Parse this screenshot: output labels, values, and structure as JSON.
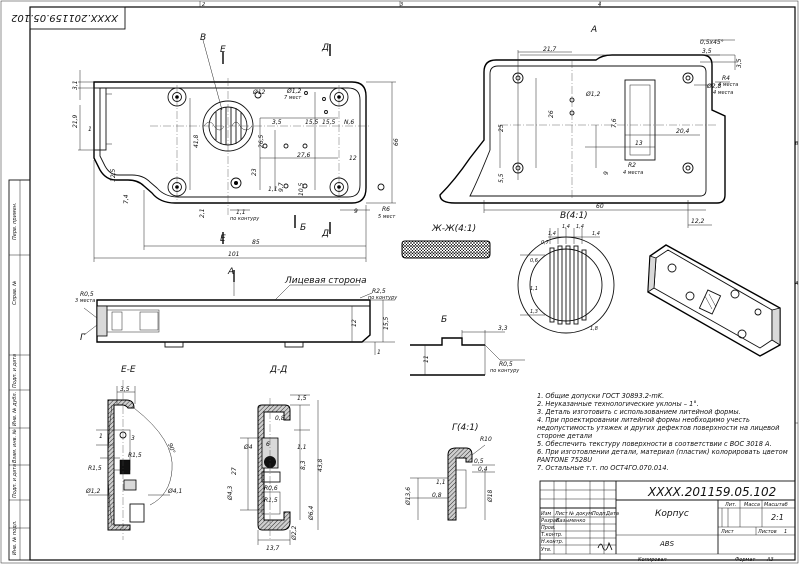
{
  "sheet": {
    "doc_number_top": "XXXX.201159.05.102",
    "grid_numbers": [
      "2",
      "3",
      "4"
    ],
    "grid_letters": [
      "B",
      "A"
    ],
    "left_strip": [
      "Перв. примен.",
      "Справ. №",
      "Подп. и дата",
      "Инв. № дубл.",
      "Взам. инв. №",
      "Подп. и дата",
      "Инв. № подл."
    ]
  },
  "views": {
    "main": {
      "dims": [
        "3,1",
        "21,9",
        "1",
        "41,8",
        "Ø12",
        "Ø1,2",
        "7 мест",
        "3,5",
        "15,5",
        "15,5",
        "N,6",
        "26,5",
        "27,6",
        "12",
        "23",
        "9,7",
        "10,5",
        "12,5",
        "7,4",
        "9",
        "R6",
        "5 мест",
        "1,1",
        "по контуру",
        "2,1",
        "1,1",
        "85",
        "101",
        "66"
      ],
      "labels": [
        "В",
        "Е",
        "Е",
        "Д",
        "Д",
        "Б",
        "А"
      ]
    },
    "top_right": {
      "label": "А",
      "dims": [
        "0,5x45°",
        "3,5",
        "3,5",
        "21,7",
        "Ø1,2",
        "Ø2,8",
        "4 места",
        "R4",
        "4 места",
        "26",
        "7,6",
        "13",
        "20,4",
        "25",
        "9",
        "5,5",
        "R2",
        "4 места",
        "60",
        "12,2"
      ]
    },
    "side": {
      "label_face": "Лицевая сторона",
      "dims": [
        "R0,5",
        "3 места",
        "R2,5",
        "по контуру",
        "12",
        "15,5",
        "1"
      ],
      "labels": [
        "Г",
        "А"
      ]
    },
    "zh": {
      "title": "Ж-Ж(4:1)"
    },
    "b": {
      "title": "Б",
      "dims": [
        "3,3",
        "11",
        "R0,5",
        "по контуру"
      ]
    },
    "v": {
      "title": "В(4:1)",
      "dims": [
        "1,4",
        "1,4",
        "1,4",
        "1,4",
        "0,7",
        "0,6",
        "1,1",
        "1,3",
        "1,8"
      ]
    },
    "ee": {
      "title": "Е-Е",
      "dims": [
        "3,5",
        "1",
        "3",
        "R1,5",
        "R1,5",
        "90°",
        "Ø1,2",
        "Ø4,1"
      ]
    },
    "dd": {
      "title": "Д-Д",
      "dims": [
        "1,5",
        "0,8",
        "Ø4",
        "6",
        "1,1",
        "8,3",
        "27",
        "43,8",
        "Ø4,3",
        "R0,6",
        "R1,5",
        "Ø6,4",
        "Ø2,2",
        "13,7"
      ]
    },
    "g": {
      "title": "Г(4:1)",
      "dims": [
        "R10",
        "1,1",
        "Ø13,6",
        "0,8",
        "0,5",
        "0,4",
        "Ø18"
      ]
    }
  },
  "notes": [
    "1. Общие допуски ГОСТ 30893.2-mK.",
    "2. Неуказанные технологические уклоны – 1°.",
    "3. Деталь изготовить с использованием литейной формы.",
    "4. При проектировании литейной формы необходимо учесть",
    "недопустимость утяжек и других дефектов поверхности на лицевой",
    "стороне детали",
    "5. Обеспечить текстуру поверхности в соответствии с ВОС 3018 A.",
    "6. При изготовлении детали, материал (пластик) колорировать цветом",
    "PANTONE 7528U",
    "7. Остальные т.т. по ОСТ4ГО.070.014."
  ],
  "title_block": {
    "doc_number": "XXXX.201159.05.102",
    "name": "Корпус",
    "material": "ABS",
    "col_headers": [
      "Изм",
      "Лист",
      "№ докум.",
      "Подп.",
      "Дата"
    ],
    "roles": [
      "Разраб.",
      "Пров.",
      "Т.контр.",
      "Н.контр.",
      "Утв."
    ],
    "developer": "Казыменко",
    "lit_header": "Лит.",
    "mass_header": "Масса",
    "scale_header": "Масштаб",
    "scale": "2:1",
    "sheet_label": "Лист",
    "sheets_label": "Листов",
    "sheets_count": "1",
    "copied": "Копировал",
    "format": "Формат",
    "format_value": "А3"
  }
}
